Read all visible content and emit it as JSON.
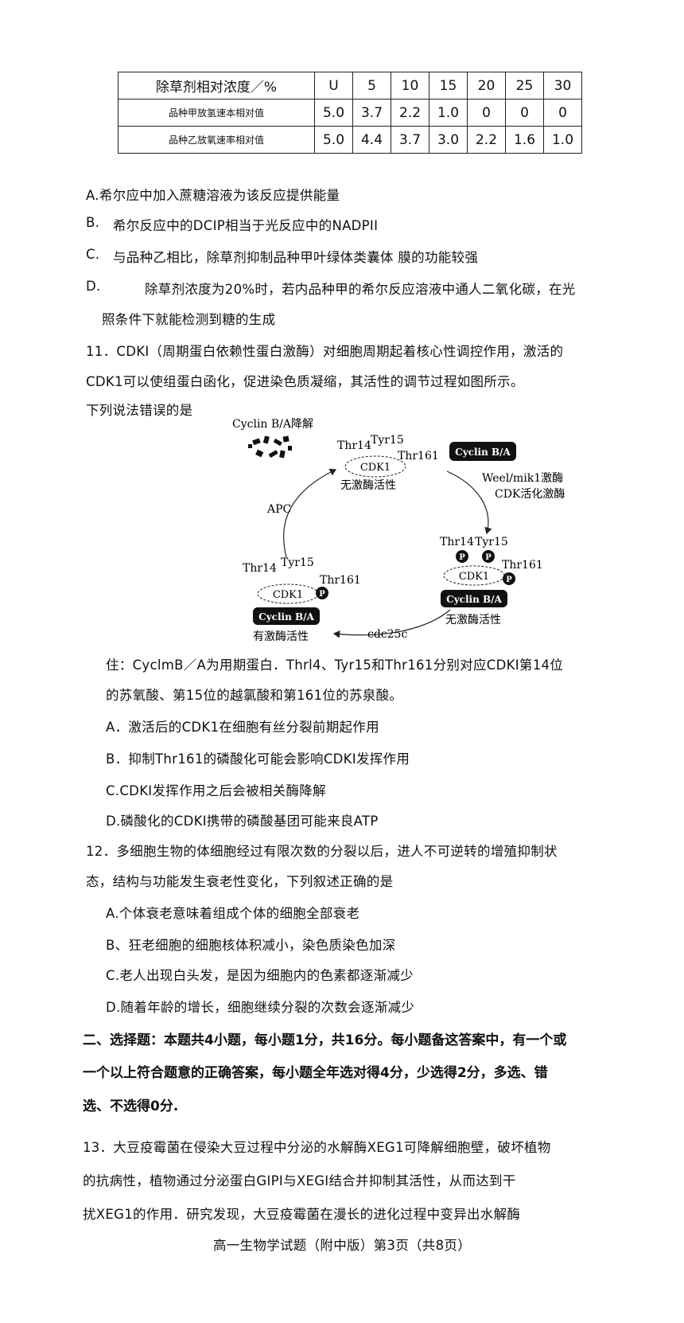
{
  "table": {
    "header": [
      "除草剂相对浓度／%",
      "U",
      "5",
      "10",
      "15",
      "20",
      "25",
      "30"
    ],
    "rows": [
      {
        "label": "品种甲放氢速本相对值",
        "values": [
          "5.0",
          "3.7",
          "2.2",
          "1.0",
          "0",
          "0",
          "0"
        ]
      },
      {
        "label": "品种乙放氧速率相对值",
        "values": [
          "5.0",
          "4.4",
          "3.7",
          "3.0",
          "2.2",
          "1.6",
          "1.0"
        ]
      }
    ]
  },
  "q10": {
    "a": "A.希尔应中加入蔗糖溶液为该反应提供能量",
    "b_prefix": "B.",
    "b": "希尔反应中的DCIP相当于光反应中的NADPII",
    "c_prefix": "C.",
    "c": "与品种乙相比，除草剂抑制品种甲叶绿体类囊体 膜的功能较强",
    "d_prefix": "D.",
    "d1": "除草剂浓度为20%时，若内品种甲的希尔反应溶液中通人二氧化碳，在光",
    "d2": "照条件下就能检测到糖的生成"
  },
  "q11": {
    "line1": "11．CDKI（周期蛋白依赖性蛋白激酶）对细胞周期起着核心性调控作用，激活的",
    "line2": "CDK1可以使组蛋白函化，促进染色质凝缩，其活性的调节过程如图所示。",
    "line3": "下列说法错误的是",
    "note1": "住：CyclmB／A为用期蛋白．Thrl4、Tyr15和Thr161分别对应CDKI第14位",
    "note2": "的苏氧酸、第15位的越氯酸和第161位的苏泉酸。",
    "a": "A．激活后的CDK1在细胞有丝分裂前期起作用",
    "b": "B．抑制Thr161的磷酸化可能会影响CDKI发挥作用",
    "c": "C.CDKI发挥作用之后会被相关酶降解",
    "d": "D.磷酸化的CDKI携带的磷酸基团可能来良ATP"
  },
  "diagram": {
    "degradation": "Cyclin B/A降解",
    "thr14": "Thr14",
    "tyr15": "Tyr15",
    "thr161": "Thr161",
    "cdk1": "CDK1",
    "cyclin": "Cyclin B/A",
    "inactive": "无激酶活性",
    "active": "有激酶活性",
    "apc": "APC",
    "kinase1": "Weel/mik1激酶",
    "kinase2": "CDK活化激酶",
    "cdc25c": "cdc25c",
    "p": "P"
  },
  "q12": {
    "line1": "12．多细胞生物的体细胞经过有限次数的分裂以后，进人不可逆转的增殖抑制状",
    "line2": "态，结构与功能发生衰老性变化，下列叙述正确的是",
    "a": "A.个体衰老意味着组成个体的细胞全部衰老",
    "b": "B、狂老细胞的细胞核体积减小，染色质染色加深",
    "c": "C.老人出现白头发，是因为细胞内的色素都逐渐减少",
    "d": "D.随着年龄的增长，细胞继续分裂的次数会逐渐减少"
  },
  "section2": {
    "line1": "二、选择题：本题共4小题，每小题1分，共16分。每小题备这答案中，有一个或",
    "line2": "一个以上符合题意的正确答案，每小题全年选对得4分，少选得2分，多选、错",
    "line3": "选、不选得0分."
  },
  "q13": {
    "line1": "13．大豆疫霉菌在侵染大豆过程中分泌的水解酶XEG1可降解细胞壁，破坏植物",
    "line2": "的抗病性，植物通过分泌蛋白GIPI与XEGI结合并抑制其活性，从而达到干",
    "line3": "扰XEG1的作用．研究发现，大豆疫霉菌在漫长的进化过程中变异出水解酶"
  },
  "footer": "高一生物学试题（附中版）第3页（共8页）"
}
